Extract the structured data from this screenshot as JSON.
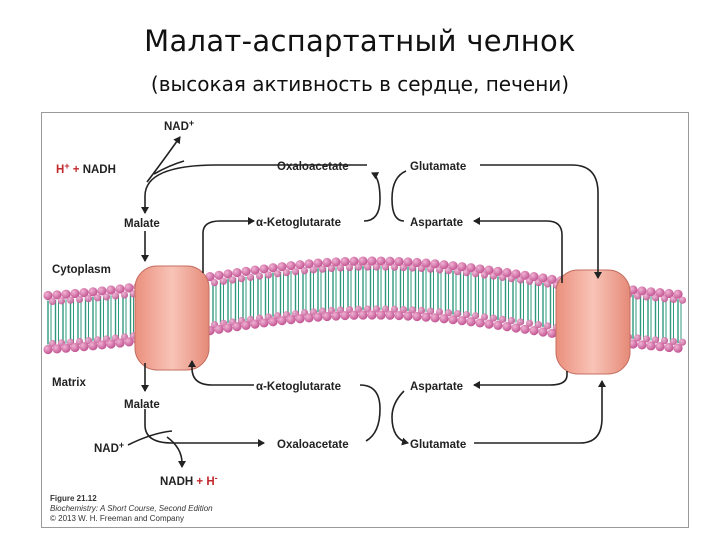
{
  "slide": {
    "title": "Малат-аспартатный челнок",
    "subtitle": "(высокая активность в сердце, печени)"
  },
  "diagram": {
    "compartments": {
      "cytoplasm": "Cytoplasm",
      "matrix": "Matrix"
    },
    "cytoplasm_side": {
      "nad_plus": "NAD",
      "h_plus": "H",
      "nadh": "NADH",
      "malate": "Malate",
      "oxaloacetate": "Oxaloacetate",
      "glutamate": "Glutamate",
      "alpha_ketoglutarate": "α-Ketoglutarate",
      "aspartate": "Aspartate"
    },
    "matrix_side": {
      "alpha_ketoglutarate": "α-Ketoglutarate",
      "aspartate": "Aspartate",
      "malate": "Malate",
      "nad_plus": "NAD",
      "oxaloacetate": "Oxaloacetate",
      "glutamate": "Glutamate",
      "nadh": "NADH",
      "h_plus": "H"
    },
    "plus_sign": "+",
    "minus_sign": "-",
    "figure_caption": {
      "label": "Figure 21.12",
      "source": "Biochemistry: A Short Course, Second Edition",
      "copyright": "© 2013 W. H. Freeman and Company"
    },
    "colors": {
      "lipid_head": "#d36aa6",
      "lipid_tail": "#2f9a7e",
      "transporter": "#f2a898",
      "arrow": "#222222",
      "ion": "#c0282d"
    }
  }
}
